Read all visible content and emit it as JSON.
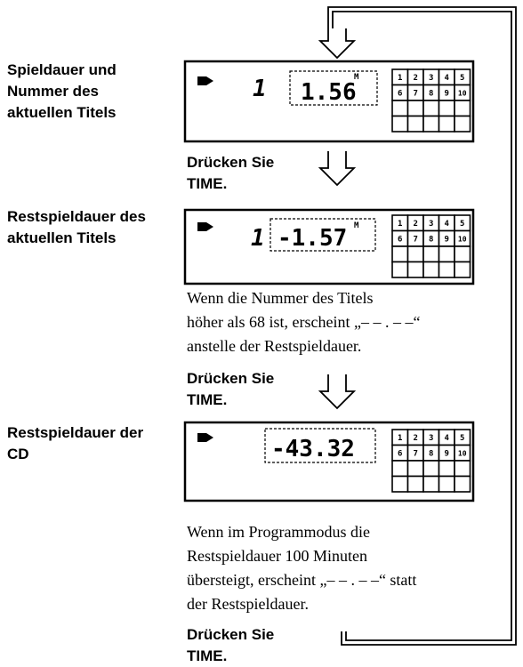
{
  "labels": {
    "current_track": [
      "Spieldauer und",
      "Nummer des",
      "aktuellen Titels"
    ],
    "track_remaining": [
      "Restspieldauer des",
      "aktuellen Titels"
    ],
    "disc_remaining": [
      "Restspieldauer der",
      "CD"
    ]
  },
  "press_time": [
    "Drücken Sie",
    "TIME."
  ],
  "notes": {
    "track_note": [
      "Wenn die Nummer des Titels",
      "höher als 68 ist, erscheint „– – . – –“",
      "anstelle der Restspieldauer."
    ],
    "program_note": [
      "Wenn im Programmodus die",
      "Restspieldauer 100 Minuten",
      "übersteigt, erscheint „– – . – –“ statt",
      "der Restspieldauer."
    ]
  },
  "displays": [
    {
      "track": "1",
      "time": "1.56"
    },
    {
      "track": "1",
      "time": "-1.57"
    },
    {
      "track": "",
      "time": "-43.32"
    }
  ],
  "calendar_numbers": [
    "1",
    "2",
    "3",
    "4",
    "5",
    "6",
    "7",
    "8",
    "9",
    "10"
  ]
}
